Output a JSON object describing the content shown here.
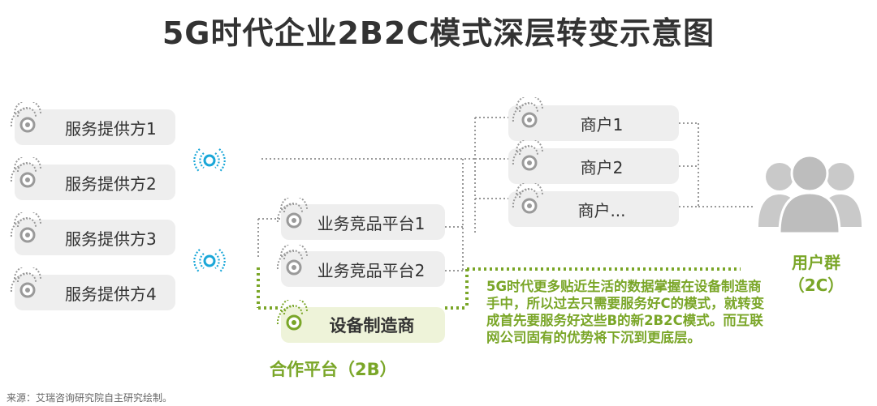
{
  "title": "5G时代企业2B2C模式深层转变示意图",
  "service_providers": [
    "服务提供方1",
    "服务提供方2",
    "服务提供方3",
    "服务提供方4"
  ],
  "platforms": [
    "业务竞品平台1",
    "业务竞品平台2"
  ],
  "device_maker": "设备制造商",
  "platform_group_label": "合作平台（2B）",
  "merchants": [
    "商户1",
    "商户2",
    "商户..."
  ],
  "user_group_label_line1": "用户群",
  "user_group_label_line2": "（2C）",
  "note": "5G时代更多贴近生活的数据掌握在设备制造商手中，所以过去只需要服务好C的模式，就转变成首先要服务好这些B的新2B2C模式。而互联网公司固有的优势将下沉到更底层。",
  "source": "来源：艾瑞咨询研究院自主研究绘制。",
  "colors": {
    "accent_green": "#7aa628",
    "cyan": "#1aa7d8",
    "gray_icon": "#9a9a9a",
    "pill_bg": "#eeeeee",
    "maker_bg": "#eef3d9",
    "users_icon": "#c9c9c9"
  },
  "icons": [
    "signal-icon",
    "hub-signal-icon",
    "users-group-icon"
  ]
}
